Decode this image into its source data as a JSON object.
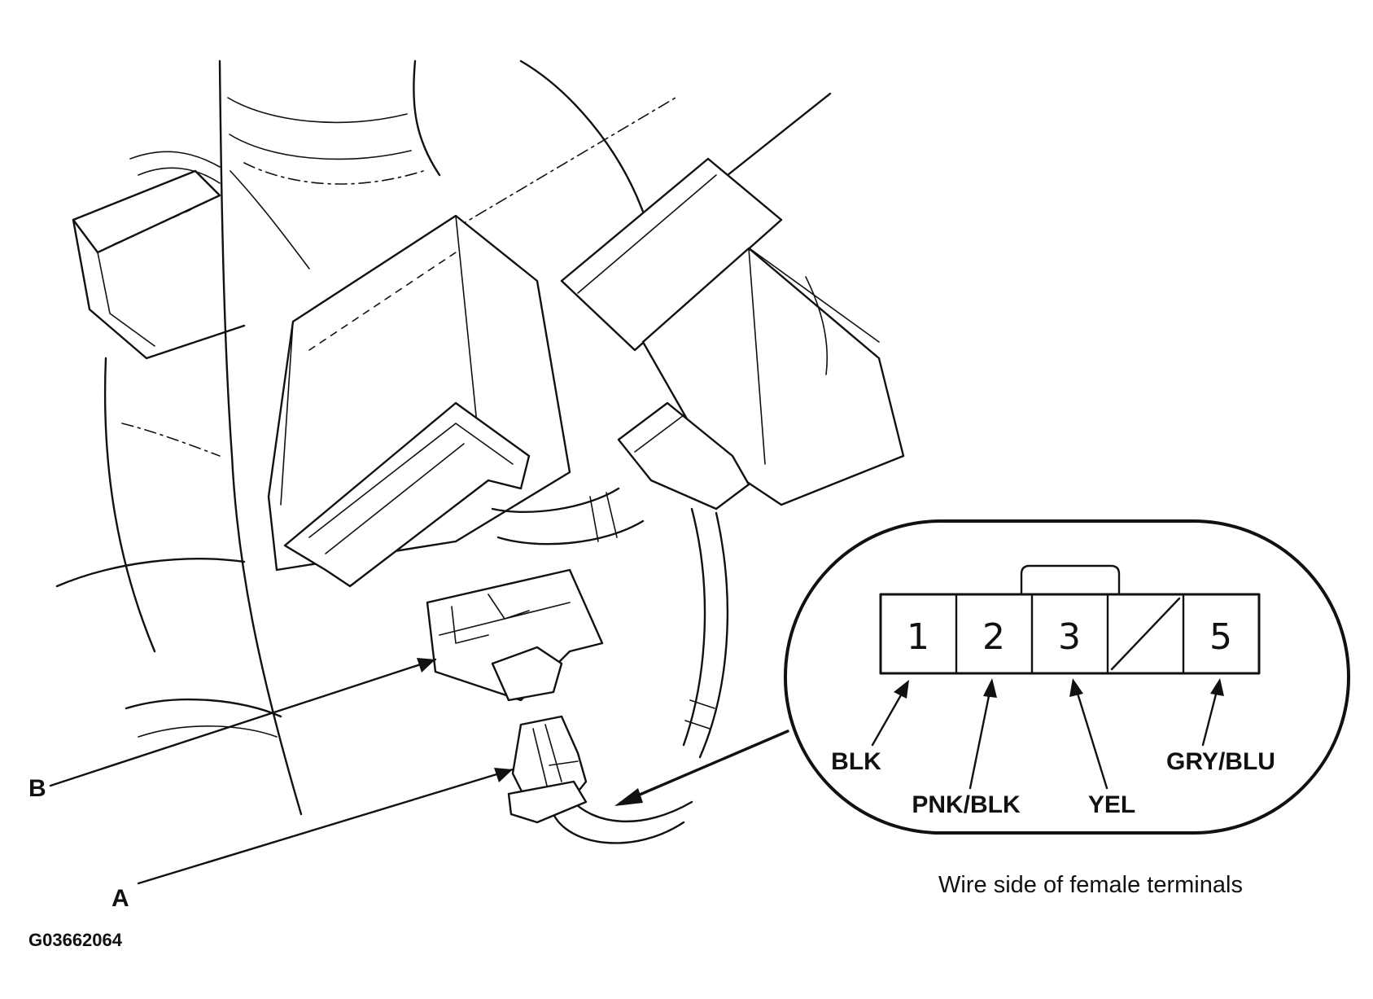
{
  "diagram": {
    "callouts": {
      "b": "B",
      "a": "A"
    },
    "figure_code": "G03662064",
    "connector": {
      "terminals": [
        {
          "number": "1",
          "wire": "BLK"
        },
        {
          "number": "2",
          "wire": "PNK/BLK"
        },
        {
          "number": "3",
          "wire": "YEL"
        },
        {
          "number": "",
          "wire": ""
        },
        {
          "number": "5",
          "wire": "GRY/BLU"
        }
      ],
      "caption": "Wire side of female terminals"
    }
  }
}
